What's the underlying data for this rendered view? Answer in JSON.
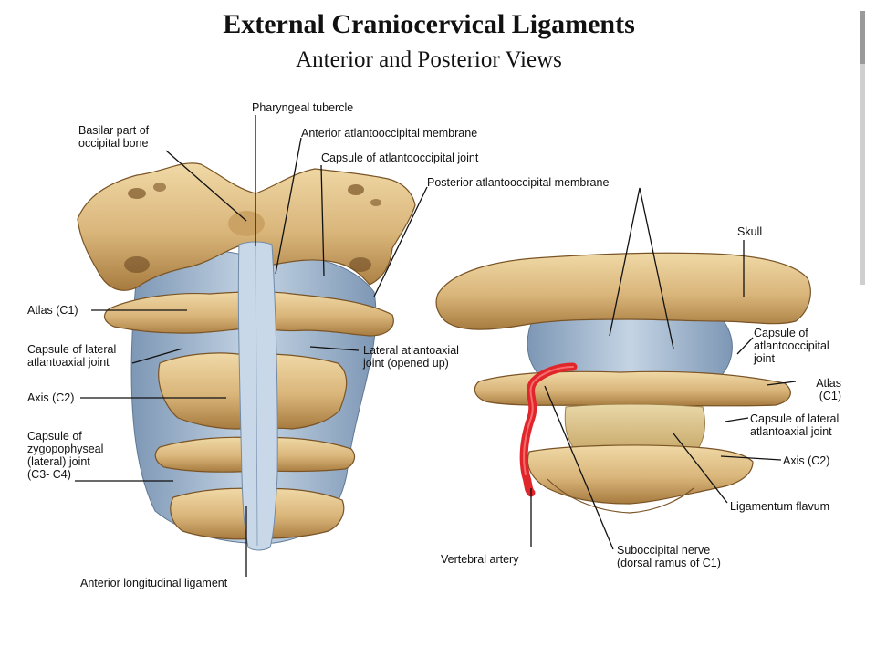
{
  "title": "External Craniocervical Ligaments",
  "subtitle": "Anterior and Posterior Views",
  "colors": {
    "bone": "#d9b57a",
    "bone_dark": "#a77b3f",
    "ligament": "#9fb6cf",
    "ligament_dark": "#6f8aa8",
    "artery": "#e0262b",
    "leader": "#111111"
  },
  "labels": {
    "pharyngeal_tubercle": "Pharyngeal tubercle",
    "basilar_part": "Basilar part of\noccipital bone",
    "anterior_atlantooccipital_membrane": "Anterior atlantooccipital membrane",
    "capsule_atlantooccipital_joint_anterior": "Capsule of atlantooccipital joint",
    "posterior_atlantooccipital_membrane": "Posterior atlantooccipital membrane",
    "atlas_c1_left": "Atlas (C1)",
    "capsule_lateral_atlantoaxial_left": "Capsule of lateral\natlantoaxial joint",
    "axis_c2_left": "Axis (C2)",
    "capsule_zygapophyseal": "Capsule of\nzygopophyseal\n(lateral) joint\n(C3- C4)",
    "lateral_atlantoaxial_joint_opened": "Lateral atlantoaxial\njoint (opened up)",
    "anterior_longitudinal_ligament": "Anterior longitudinal ligament",
    "skull": "Skull",
    "capsule_atlantooccipital_joint_posterior": "Capsule of\natlantooccipital\njoint",
    "atlas_c1_right": "Atlas\n(C1)",
    "capsule_lateral_atlantoaxial_right": "Capsule of lateral\natlantoaxial joint",
    "axis_c2_right": "Axis (C2)",
    "ligamentum_flavum": "Ligamentum flavum",
    "vertebral_artery": "Vertebral artery",
    "suboccipital_nerve": "Suboccipital nerve\n(dorsal ramus of C1)"
  }
}
